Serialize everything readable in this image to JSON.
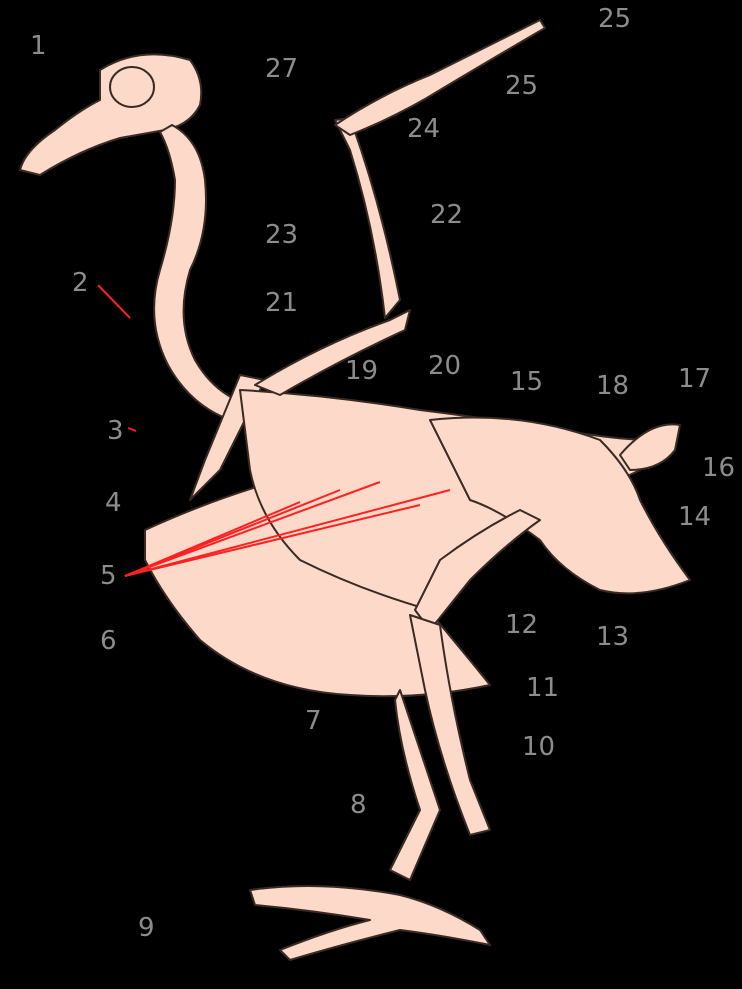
{
  "diagram": {
    "subject": "bird skeleton",
    "colors": {
      "background": "#000000",
      "bone": "#fcd9c8",
      "bone_outline": "#3a2a24",
      "leader_line": "#ff2020",
      "label_text": "#8c8c8c"
    },
    "labels": [
      "1",
      "2",
      "3",
      "4",
      "5",
      "6",
      "7",
      "8",
      "9",
      "10",
      "11",
      "12",
      "13",
      "14",
      "15",
      "16",
      "17",
      "18",
      "19",
      "20",
      "21",
      "22",
      "23",
      "24",
      "25",
      "25",
      "27"
    ]
  }
}
